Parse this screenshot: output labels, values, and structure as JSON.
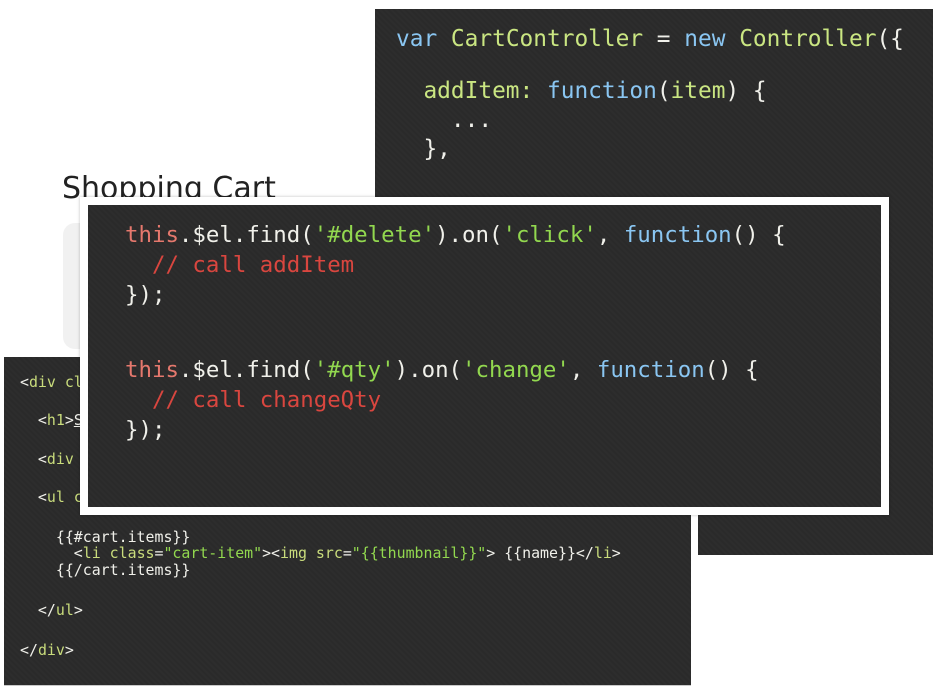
{
  "background_page": {
    "heading": "Shopping Cart"
  },
  "colors": {
    "panel_bg": "#2b2b2b",
    "plain": "#f0f0ea",
    "keyword": "#8ac6f2",
    "identifier": "#cae682",
    "tag": "#c9dc7c",
    "string": "#92d84f",
    "this": "#e5786d",
    "comment": "#d9463f"
  },
  "controller_panel": {
    "lines": [
      [
        {
          "t": "var",
          "c": "kw"
        },
        {
          "t": " ",
          "c": "pl"
        },
        {
          "t": "CartController",
          "c": "id"
        },
        {
          "t": " = ",
          "c": "pl"
        },
        {
          "t": "new",
          "c": "kw"
        },
        {
          "t": " ",
          "c": "pl"
        },
        {
          "t": "Controller",
          "c": "id"
        },
        {
          "t": "({",
          "c": "pl"
        }
      ],
      [],
      [
        {
          "t": "  ",
          "c": "pl"
        },
        {
          "t": "addItem:",
          "c": "id"
        },
        {
          "t": " ",
          "c": "pl"
        },
        {
          "t": "function",
          "c": "kw"
        },
        {
          "t": "(",
          "c": "pl"
        },
        {
          "t": "item",
          "c": "id"
        },
        {
          "t": ") {",
          "c": "pl"
        }
      ],
      [
        {
          "t": "    ...",
          "c": "pl"
        }
      ],
      [
        {
          "t": "  },",
          "c": "pl"
        }
      ]
    ]
  },
  "events_panel": {
    "lines": [
      [
        {
          "t": "this",
          "c": "th"
        },
        {
          "t": ".$el.find(",
          "c": "pl"
        },
        {
          "t": "'#delete'",
          "c": "st"
        },
        {
          "t": ").on(",
          "c": "pl"
        },
        {
          "t": "'click'",
          "c": "st"
        },
        {
          "t": ", ",
          "c": "pl"
        },
        {
          "t": "function",
          "c": "kw"
        },
        {
          "t": "() {",
          "c": "pl"
        }
      ],
      [
        {
          "t": "  // call addItem",
          "c": "cm"
        }
      ],
      [
        {
          "t": "});",
          "c": "pl"
        }
      ],
      [],
      [],
      [
        {
          "t": "this",
          "c": "th"
        },
        {
          "t": ".$el.find(",
          "c": "pl"
        },
        {
          "t": "'#qty'",
          "c": "st"
        },
        {
          "t": ").on(",
          "c": "pl"
        },
        {
          "t": "'change'",
          "c": "st"
        },
        {
          "t": ", ",
          "c": "pl"
        },
        {
          "t": "function",
          "c": "kw"
        },
        {
          "t": "() {",
          "c": "pl"
        }
      ],
      [
        {
          "t": "  // call changeQty",
          "c": "cm"
        }
      ],
      [
        {
          "t": "});",
          "c": "pl"
        }
      ]
    ]
  },
  "template_panel": {
    "lines": [
      [
        {
          "t": "<",
          "c": "pl"
        },
        {
          "t": "div cl",
          "c": "tg"
        }
      ],
      [
        {
          "t": "  <",
          "c": "pl"
        },
        {
          "t": "h1",
          "c": "tg"
        },
        {
          "t": ">",
          "c": "pl"
        },
        {
          "t": "S",
          "c": "plu"
        }
      ],
      [
        {
          "t": "  <",
          "c": "pl"
        },
        {
          "t": "div",
          "c": "tg"
        }
      ],
      [
        {
          "t": "  <",
          "c": "pl"
        },
        {
          "t": "ul c",
          "c": "tg"
        }
      ],
      [
        {
          "t": "    {{#cart.items}}",
          "c": "pl"
        }
      ],
      [
        {
          "t": "      <",
          "c": "pl"
        },
        {
          "t": "li",
          "c": "tg"
        },
        {
          "t": " ",
          "c": "pl"
        },
        {
          "t": "class",
          "c": "tg"
        },
        {
          "t": "=",
          "c": "pl"
        },
        {
          "t": "\"cart-item\"",
          "c": "st"
        },
        {
          "t": "><",
          "c": "pl"
        },
        {
          "t": "img",
          "c": "tg"
        },
        {
          "t": " ",
          "c": "pl"
        },
        {
          "t": "src",
          "c": "tg"
        },
        {
          "t": "=",
          "c": "pl"
        },
        {
          "t": "\"{{thumbnail}}\"",
          "c": "st"
        },
        {
          "t": "> {{name}}</",
          "c": "pl"
        },
        {
          "t": "li",
          "c": "tg"
        },
        {
          "t": ">",
          "c": "pl"
        }
      ],
      [
        {
          "t": "    {{/cart.items}}",
          "c": "pl"
        }
      ],
      [
        {
          "t": "  </",
          "c": "pl"
        },
        {
          "t": "ul",
          "c": "tg"
        },
        {
          "t": ">",
          "c": "pl"
        }
      ],
      [
        {
          "t": "</",
          "c": "pl"
        },
        {
          "t": "div",
          "c": "tg"
        },
        {
          "t": ">",
          "c": "pl"
        }
      ]
    ]
  }
}
